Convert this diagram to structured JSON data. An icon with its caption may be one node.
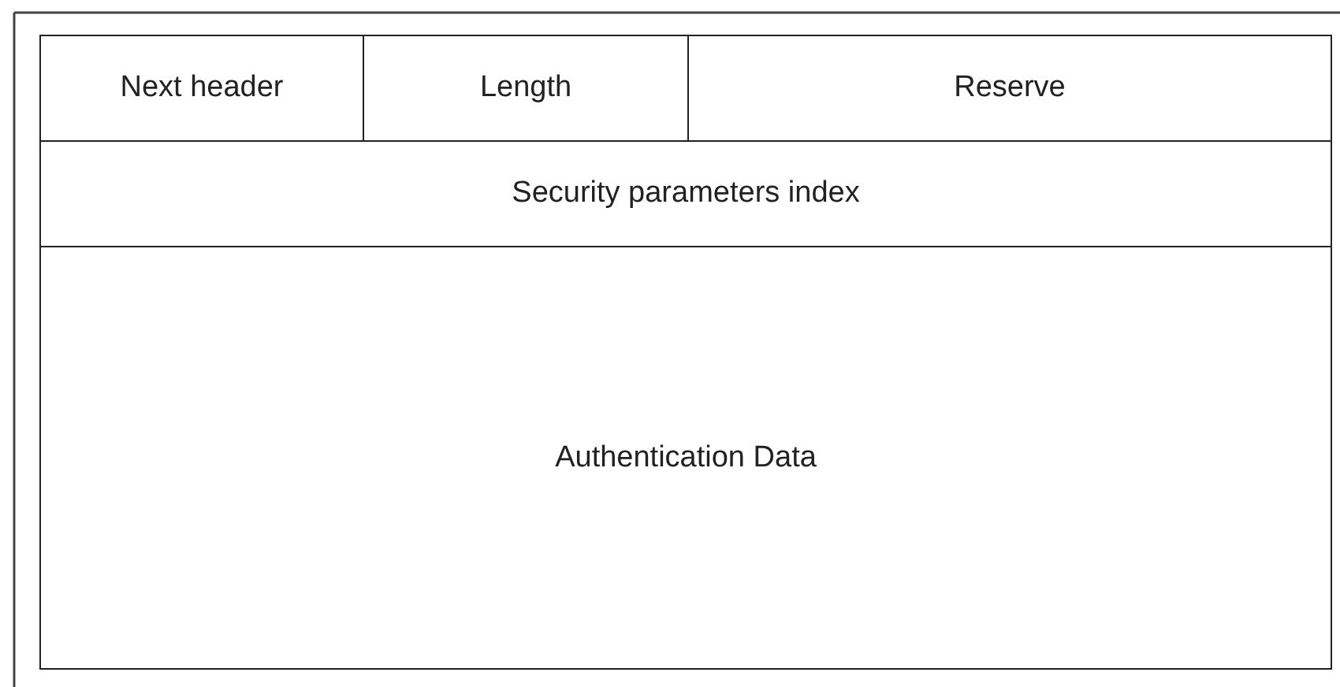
{
  "diagram": {
    "nodes": [
      {
        "text": [
          "Next header"
        ]
      },
      {
        "text": [
          "Length"
        ]
      },
      {
        "text": [
          "Reserve"
        ]
      },
      {
        "text": [
          "Security parameters index"
        ]
      },
      {
        "text": [
          "Authentication Data"
        ]
      }
    ]
  }
}
